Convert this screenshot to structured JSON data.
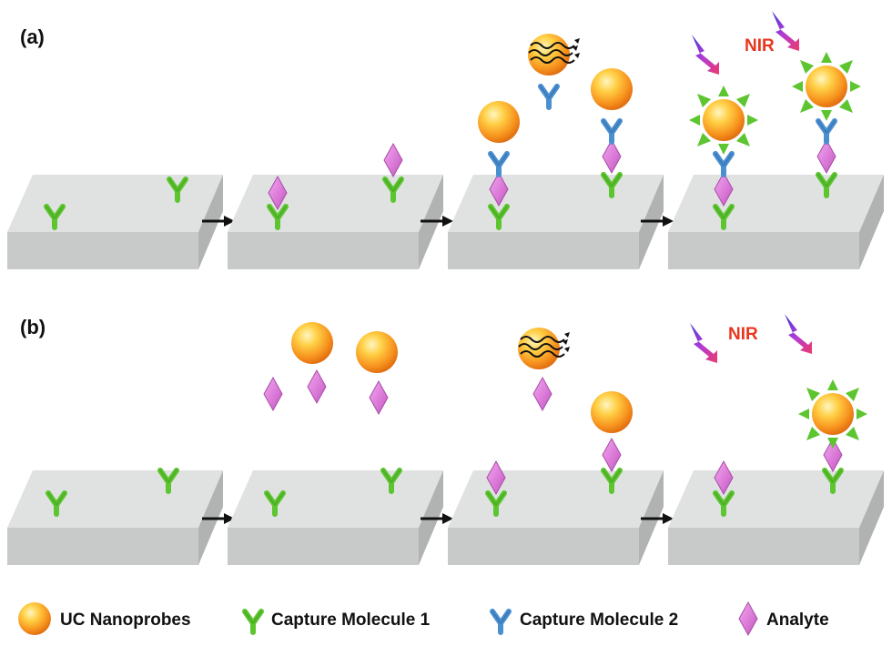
{
  "panels": [
    {
      "label": "(a)",
      "nir_label": "NIR",
      "steps": [
        {
          "name": "capture-surface"
        },
        {
          "name": "analyte-binding"
        },
        {
          "name": "nanoprobe-binding"
        },
        {
          "name": "nir-detection"
        }
      ]
    },
    {
      "label": "(b)",
      "nir_label": "NIR",
      "steps": [
        {
          "name": "capture-surface"
        },
        {
          "name": "nanoprobe-analyte-mixing"
        },
        {
          "name": "complex-binding"
        },
        {
          "name": "nir-detection"
        }
      ]
    }
  ],
  "legend": {
    "items": [
      {
        "icon": "uc-nanoprobe-icon",
        "label": "UC Nanoprobes"
      },
      {
        "icon": "capture-molecule-1-icon",
        "label": "Capture Molecule 1"
      },
      {
        "icon": "capture-molecule-2-icon",
        "label": "Capture Molecule 2"
      },
      {
        "icon": "analyte-icon",
        "label": "Analyte"
      }
    ]
  },
  "colors": {
    "substrate_top": "#dfe2e1",
    "substrate_front": "#c7cac9",
    "substrate_side": "#b0b3b2",
    "capture_molecule_1": "#5cc52f",
    "capture_molecule_2": "#4a8fd0",
    "analyte": "#d976d6",
    "nanoprobe": "#f7931e",
    "nir_label": "#e8361e",
    "arrow": "#111111"
  }
}
